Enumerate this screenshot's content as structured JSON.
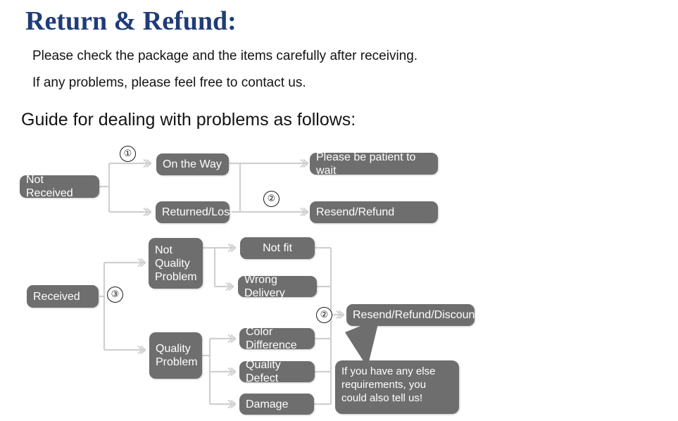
{
  "header": {
    "title": "Return & Refund:",
    "intro_line_1": "Please check the package and the items carefully after receiving.",
    "intro_line_2": "If any problems, please feel free to contact us.",
    "guide_heading": "Guide for dealing with problems as follows:",
    "title_color": "#1f3c78"
  },
  "flowchart": {
    "node_fill": "#6e6e6e",
    "node_text_color": "#ffffff",
    "connector_color": "#d0d0d0",
    "nodes": {
      "not_received": "Not Received",
      "on_the_way": "On the Way",
      "returned_lost": "Returned/Lost",
      "please_wait": "Please be patient to wait",
      "resend_refund": "Resend/Refund",
      "received": "Received",
      "not_quality_problem": "Not\nQuality\nProblem",
      "quality_problem": "Quality\nProblem",
      "not_fit": "Not fit",
      "wrong_delivery": "Wrong Delivery",
      "color_difference": "Color Difference",
      "quality_defect": "Quality Defect",
      "damage": "Damage",
      "resend_refund_discount": "Resend/Refund/Discount"
    },
    "markers": {
      "one": "①",
      "two_top": "②",
      "three": "③",
      "two_bottom": "②"
    },
    "callout": "If you have any else requirements, you could also tell us!"
  }
}
